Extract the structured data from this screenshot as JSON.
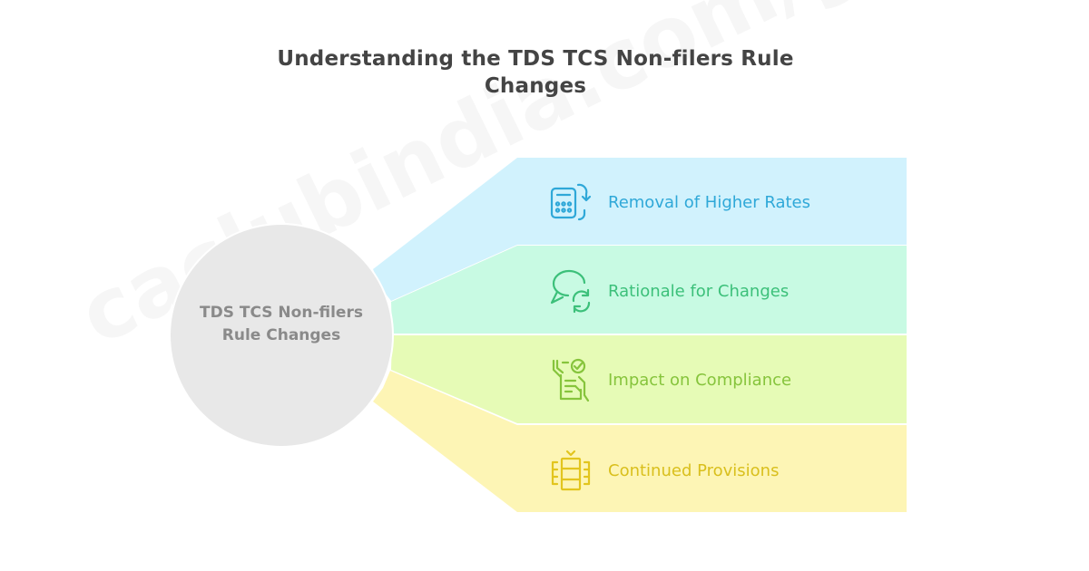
{
  "title": "Understanding the TDS TCS Non-filers Rule Changes",
  "center": {
    "label": "TDS TCS Non-filers Rule Changes",
    "fill": "#e8e8e8",
    "text_color": "#8a8a8a"
  },
  "items": [
    {
      "label": "Removal of Higher Rates",
      "icon": "calculator-refresh-icon",
      "band_color": "#d1f2fd",
      "accent": "#2fa8d8"
    },
    {
      "label": "Rationale for Changes",
      "icon": "chat-refresh-icon",
      "band_color": "#c8fae3",
      "accent": "#3cc07a"
    },
    {
      "label": "Impact on Compliance",
      "icon": "document-check-hands-icon",
      "band_color": "#e6fbb6",
      "accent": "#86c43c"
    },
    {
      "label": "Continued Provisions",
      "icon": "stacked-layers-check-icon",
      "band_color": "#fdf5b5",
      "accent": "#e2c51e"
    }
  ],
  "watermark": "caclubindia.com/guide"
}
